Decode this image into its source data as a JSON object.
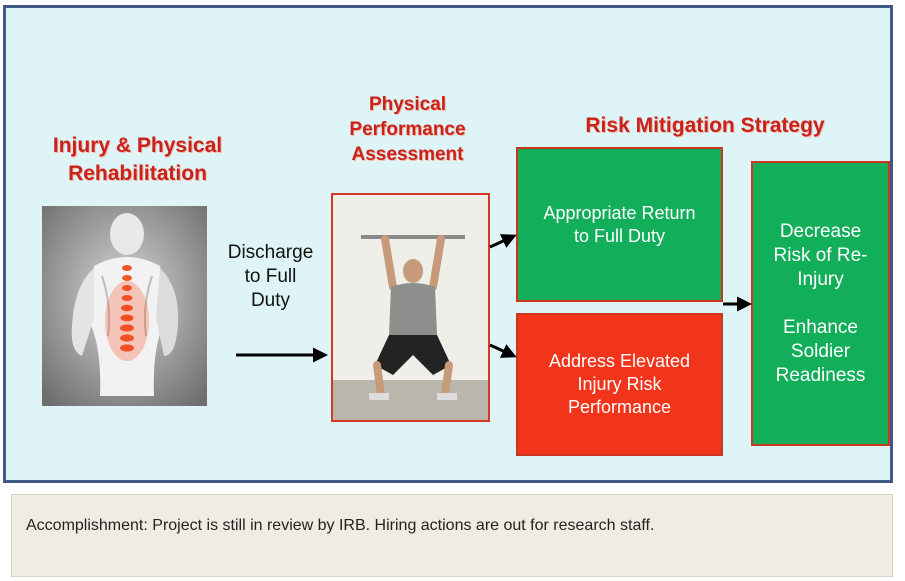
{
  "diagram": {
    "col1_title_lines": [
      "Injury & Physical",
      "Rehabilitation"
    ],
    "col2_title_lines": [
      "Physical",
      "Performance",
      "Assessment"
    ],
    "col3_title": "Risk Mitigation Strategy",
    "discharge_lines": [
      "Discharge",
      "to Full",
      "Duty"
    ],
    "box_return_lines": [
      "Appropriate Return",
      "to Full Duty"
    ],
    "box_address_lines": [
      "Address Elevated",
      "Injury Risk",
      "Performance"
    ],
    "box_outcome_top_lines": [
      "Decrease",
      "Risk of Re-",
      "Injury"
    ],
    "box_outcome_bottom_lines": [
      "Enhance",
      "Soldier",
      "Readiness"
    ],
    "colors": {
      "green": "#12ae5a",
      "red": "#f2341a",
      "title_red": "#c8221a",
      "panel_bg": "#dff4f6",
      "panel_border": "#3f5a86"
    }
  },
  "footer": {
    "text": "Accomplishment: Project is still in review by IRB.  Hiring actions are out for research staff."
  }
}
